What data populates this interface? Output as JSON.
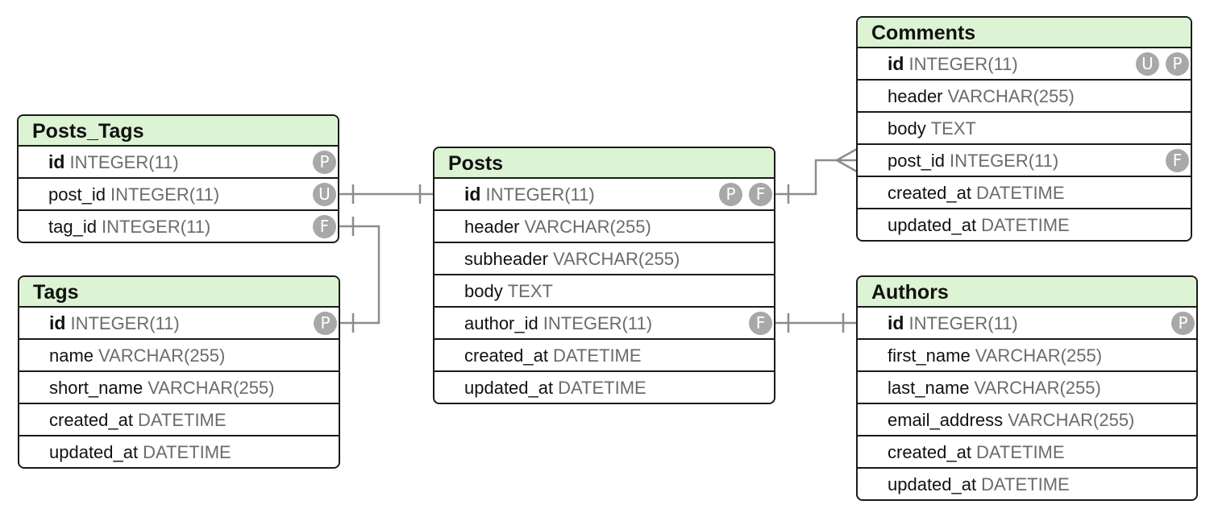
{
  "tables": [
    {
      "name": "Posts_Tags",
      "rows": [
        {
          "name": "id",
          "type": "INTEGER(11)",
          "pk": true,
          "flags": [
            "P"
          ]
        },
        {
          "name": "post_id",
          "type": "INTEGER(11)",
          "pk": false,
          "flags": [
            "U"
          ]
        },
        {
          "name": "tag_id",
          "type": "INTEGER(11)",
          "pk": false,
          "flags": [
            "F"
          ]
        }
      ]
    },
    {
      "name": "Tags",
      "rows": [
        {
          "name": "id",
          "type": "INTEGER(11)",
          "pk": true,
          "flags": [
            "P"
          ]
        },
        {
          "name": "name",
          "type": "VARCHAR(255)",
          "pk": false,
          "flags": []
        },
        {
          "name": "short_name",
          "type": "VARCHAR(255)",
          "pk": false,
          "flags": []
        },
        {
          "name": "created_at",
          "type": "DATETIME",
          "pk": false,
          "flags": []
        },
        {
          "name": "updated_at",
          "type": "DATETIME",
          "pk": false,
          "flags": []
        }
      ]
    },
    {
      "name": "Posts",
      "rows": [
        {
          "name": "id",
          "type": "INTEGER(11)",
          "pk": true,
          "flags": [
            "P",
            "F"
          ]
        },
        {
          "name": "header",
          "type": "VARCHAR(255)",
          "pk": false,
          "flags": []
        },
        {
          "name": "subheader",
          "type": "VARCHAR(255)",
          "pk": false,
          "flags": []
        },
        {
          "name": "body",
          "type": "TEXT",
          "pk": false,
          "flags": []
        },
        {
          "name": "author_id",
          "type": "INTEGER(11)",
          "pk": false,
          "flags": [
            "F"
          ]
        },
        {
          "name": "created_at",
          "type": "DATETIME",
          "pk": false,
          "flags": []
        },
        {
          "name": "updated_at",
          "type": "DATETIME",
          "pk": false,
          "flags": []
        }
      ]
    },
    {
      "name": "Comments",
      "rows": [
        {
          "name": "id",
          "type": "INTEGER(11)",
          "pk": true,
          "flags": [
            "U",
            "P"
          ]
        },
        {
          "name": "header",
          "type": "VARCHAR(255)",
          "pk": false,
          "flags": []
        },
        {
          "name": "body",
          "type": "TEXT",
          "pk": false,
          "flags": []
        },
        {
          "name": "post_id",
          "type": "INTEGER(11)",
          "pk": false,
          "flags": [
            "F"
          ]
        },
        {
          "name": "created_at",
          "type": "DATETIME",
          "pk": false,
          "flags": []
        },
        {
          "name": "updated_at",
          "type": "DATETIME",
          "pk": false,
          "flags": []
        }
      ]
    },
    {
      "name": "Authors",
      "rows": [
        {
          "name": "id",
          "type": "INTEGER(11)",
          "pk": true,
          "flags": [
            "P"
          ]
        },
        {
          "name": "first_name",
          "type": "VARCHAR(255)",
          "pk": false,
          "flags": []
        },
        {
          "name": "last_name",
          "type": "VARCHAR(255)",
          "pk": false,
          "flags": []
        },
        {
          "name": "email_address",
          "type": "VARCHAR(255)",
          "pk": false,
          "flags": []
        },
        {
          "name": "created_at",
          "type": "DATETIME",
          "pk": false,
          "flags": []
        },
        {
          "name": "updated_at",
          "type": "DATETIME",
          "pk": false,
          "flags": []
        }
      ]
    }
  ],
  "relationships": [
    {
      "from": "Posts_Tags.post_id",
      "to": "Posts.id",
      "cardinality": "one-to-one"
    },
    {
      "from": "Posts_Tags.tag_id",
      "to": "Tags.id",
      "cardinality": "one-to-one"
    },
    {
      "from": "Posts.id",
      "to": "Comments.post_id",
      "cardinality": "one-to-many"
    },
    {
      "from": "Posts.author_id",
      "to": "Authors.id",
      "cardinality": "one-to-one"
    }
  ],
  "colors": {
    "header_fill": "#dcf3d4",
    "border": "#1a1a1a",
    "type_text": "#6b6b6b",
    "flag_fill": "#a8a8a8",
    "connector": "#8c8c8c"
  }
}
